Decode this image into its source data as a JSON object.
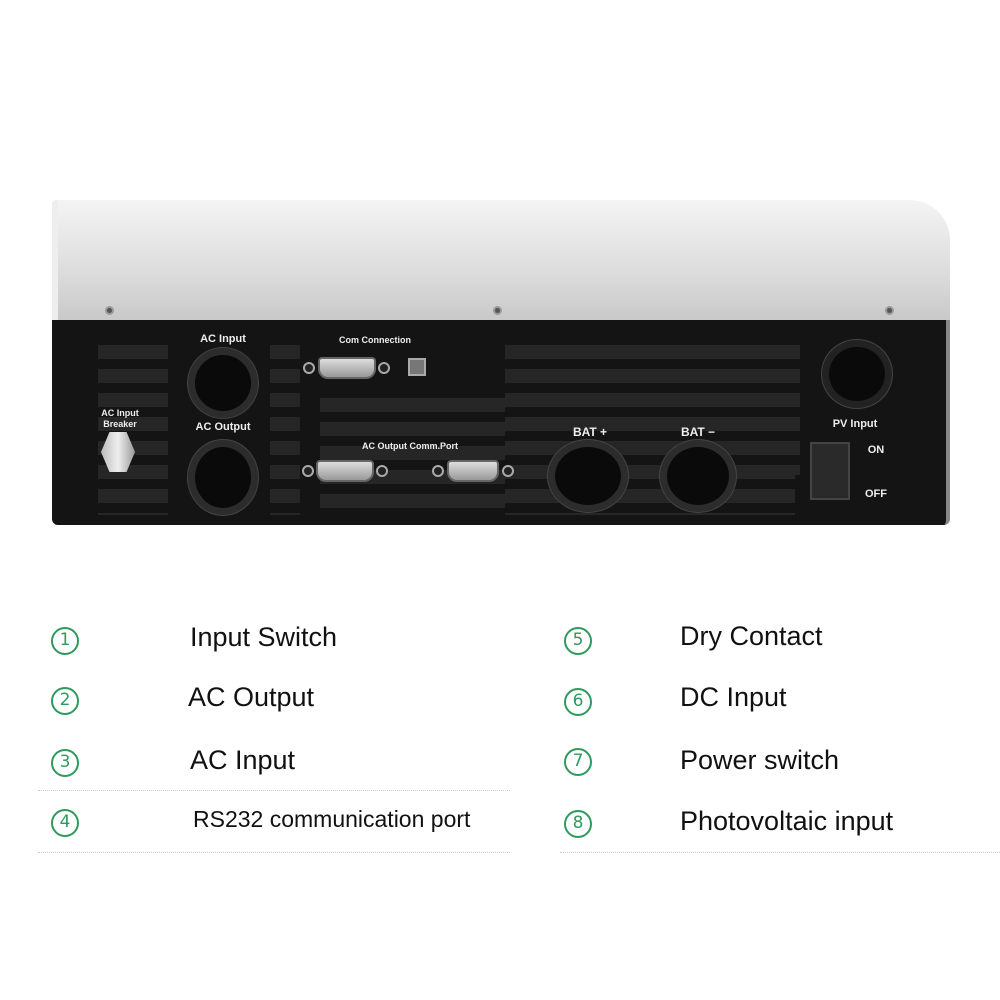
{
  "device": {
    "labels": {
      "ac_input": "AC Input",
      "ac_output": "AC  Output",
      "breaker_line1": "AC Input",
      "breaker_line2": "Breaker",
      "com_connection": "Com Connection",
      "ac_output_comm": "AC Output Comm.Port",
      "bat_plus": "BAT +",
      "bat_minus": "BAT −",
      "pv_input": "PV Input",
      "on": "ON",
      "off": "OFF"
    }
  },
  "legend": {
    "color": "#2e9a5c",
    "items": [
      {
        "num": "1",
        "label": "Input Switch"
      },
      {
        "num": "2",
        "label": "AC Output"
      },
      {
        "num": "3",
        "label": "AC Input"
      },
      {
        "num": "4",
        "label": "RS232 communication port"
      },
      {
        "num": "5",
        "label": "Dry Contact"
      },
      {
        "num": "6",
        "label": "DC Input"
      },
      {
        "num": "7",
        "label": "Power switch"
      },
      {
        "num": "8",
        "label": "Photovoltaic input"
      }
    ]
  }
}
